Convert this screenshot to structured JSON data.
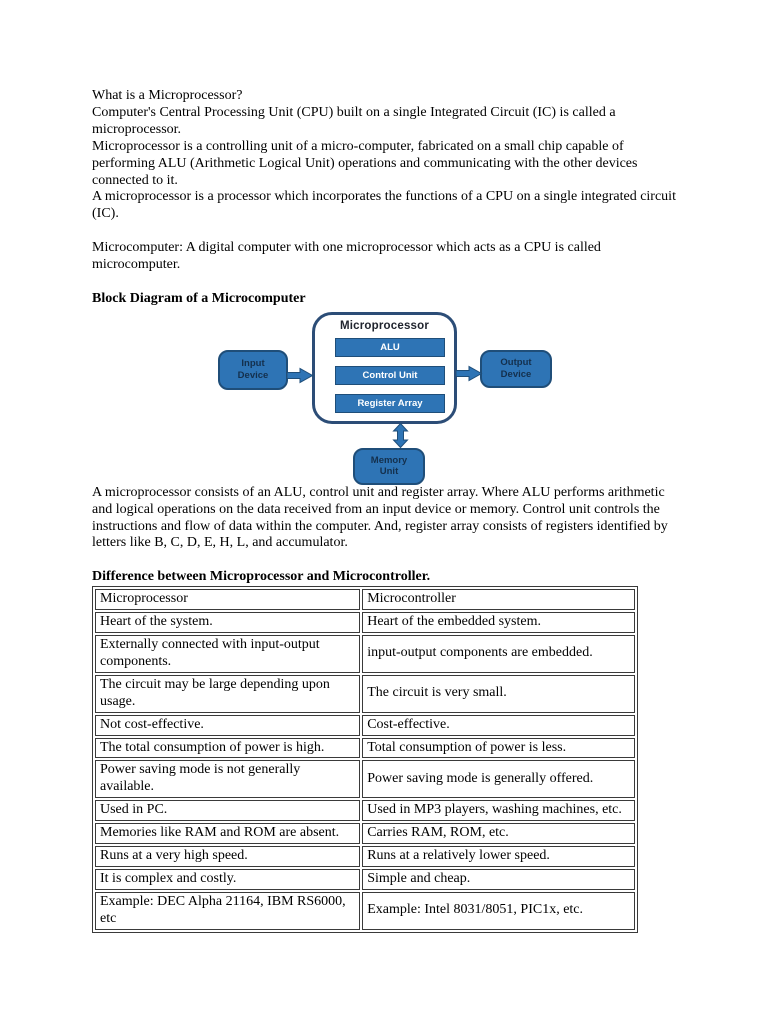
{
  "intro": {
    "question_title": "What is a Microprocessor?",
    "line1": "Computer's Central Processing Unit (CPU) built on a single Integrated Circuit (IC) is called a microprocessor.",
    "line2": "Microprocessor is a controlling unit of a micro-computer, fabricated on a small chip capable of performing ALU (Arithmetic Logical Unit) operations and communicating with the other devices connected to it.",
    "line3": "A microprocessor is a processor which incorporates the functions of a CPU on a single integrated circuit (IC).",
    "microcomputer_note": "Microcomputer: A digital computer with one microprocessor which acts as a CPU is called microcomputer."
  },
  "diagram_heading": "Block Diagram of a Microcomputer",
  "diagram": {
    "title": "Microprocessor",
    "blocks": {
      "alu": "ALU",
      "control_unit": "Control Unit",
      "register_array": "Register Array"
    },
    "input_device": "Input Device",
    "output_device": "Output Device",
    "memory_unit": "Memory Unit",
    "colors": {
      "box_fill": "#2e74b5",
      "box_border": "#1f4e79",
      "outline_border": "#2c4d77",
      "inner_text": "#ffffff",
      "device_text": "#14304d"
    }
  },
  "description": "A microprocessor consists of an ALU, control unit and register array. Where ALU performs arithmetic and logical operations on the data received from an input device or memory. Control unit controls the instructions and flow of data within the computer. And, register array consists of registers identified by letters like B, C, D, E, H, L, and accumulator.",
  "table_heading": "Difference between Microprocessor and Microcontroller.",
  "comparison_table": {
    "headers": [
      "Microprocessor",
      "Microcontroller"
    ],
    "rows": [
      [
        "Heart of the system.",
        "Heart of the embedded system."
      ],
      [
        "Externally connected with input-output components.",
        "input-output components are embedded."
      ],
      [
        "The circuit may be large depending upon usage.",
        "The circuit is very small."
      ],
      [
        "Not cost-effective.",
        "Cost-effective."
      ],
      [
        "The total consumption of power is high.",
        "Total consumption of power is less."
      ],
      [
        "Power saving mode is not generally available.",
        "Power saving mode is generally offered."
      ],
      [
        "Used in PC.",
        "Used in MP3 players, washing machines, etc."
      ],
      [
        "Memories like RAM and ROM are absent.",
        "Carries RAM, ROM, etc."
      ],
      [
        "Runs at a very high speed.",
        "Runs at a relatively lower speed."
      ],
      [
        "It is complex and costly.",
        "Simple and cheap."
      ],
      [
        "Example: DEC Alpha 21164, IBM RS6000, etc",
        "Example:  Intel 8031/8051, PIC1x, etc."
      ]
    ]
  }
}
